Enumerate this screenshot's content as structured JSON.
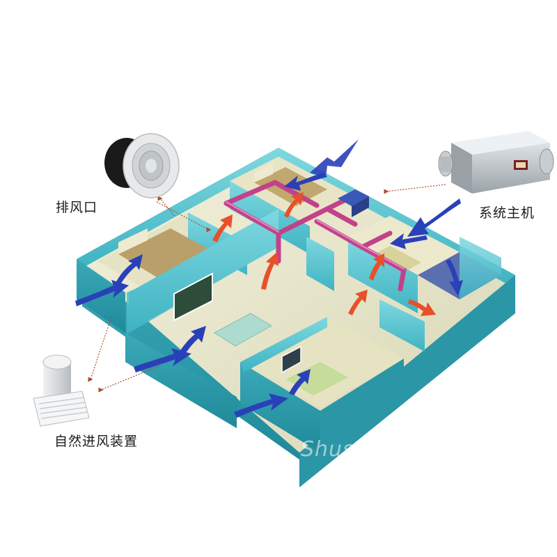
{
  "labels": {
    "exhaust_vent": "排风口",
    "main_unit": "系统主机",
    "natural_intake": "自然进风装置"
  },
  "watermark": "Shushi100",
  "colors": {
    "wall": "#4fc3d0",
    "wall_dark": "#2a96a6",
    "floor": "#e9e8cf",
    "duct": "#c2428a",
    "fresh_air": "#2a40b8",
    "exhaust_air": "#e8502a",
    "leader_line": "#b04a2c"
  },
  "icons": [
    "exhaust-vent-icon",
    "main-unit-icon",
    "intake-device-icon",
    "fresh-air-arrow-icon",
    "exhaust-air-arrow-icon"
  ]
}
